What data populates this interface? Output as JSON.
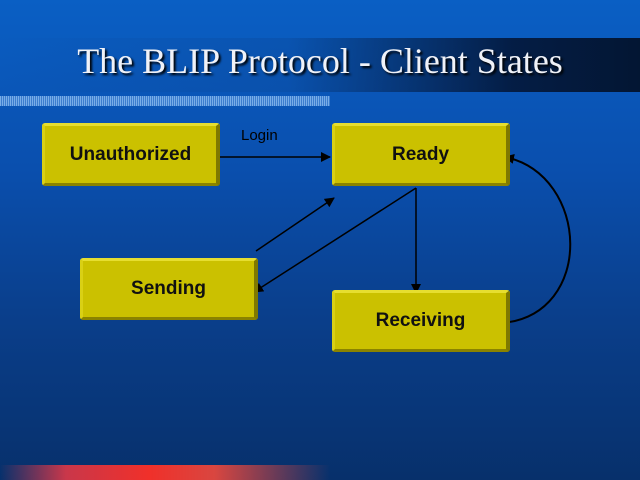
{
  "slide": {
    "title": "The BLIP Protocol - Client States"
  },
  "states": {
    "unauthorized": "Unauthorized",
    "ready": "Ready",
    "sending": "Sending",
    "receiving": "Receiving"
  },
  "edges": [
    {
      "from": "Unauthorized",
      "to": "Ready",
      "label": "Login"
    },
    {
      "from": "Ready",
      "to": "Sending",
      "label": ""
    },
    {
      "from": "Sending",
      "to": "Ready",
      "label": ""
    },
    {
      "from": "Ready",
      "to": "Receiving",
      "label": ""
    },
    {
      "from": "Receiving",
      "to": "Ready",
      "label": ""
    }
  ],
  "colors": {
    "state_fill": "#cbc100",
    "arrow": "#000000",
    "title_text": "#f0f2f8"
  }
}
